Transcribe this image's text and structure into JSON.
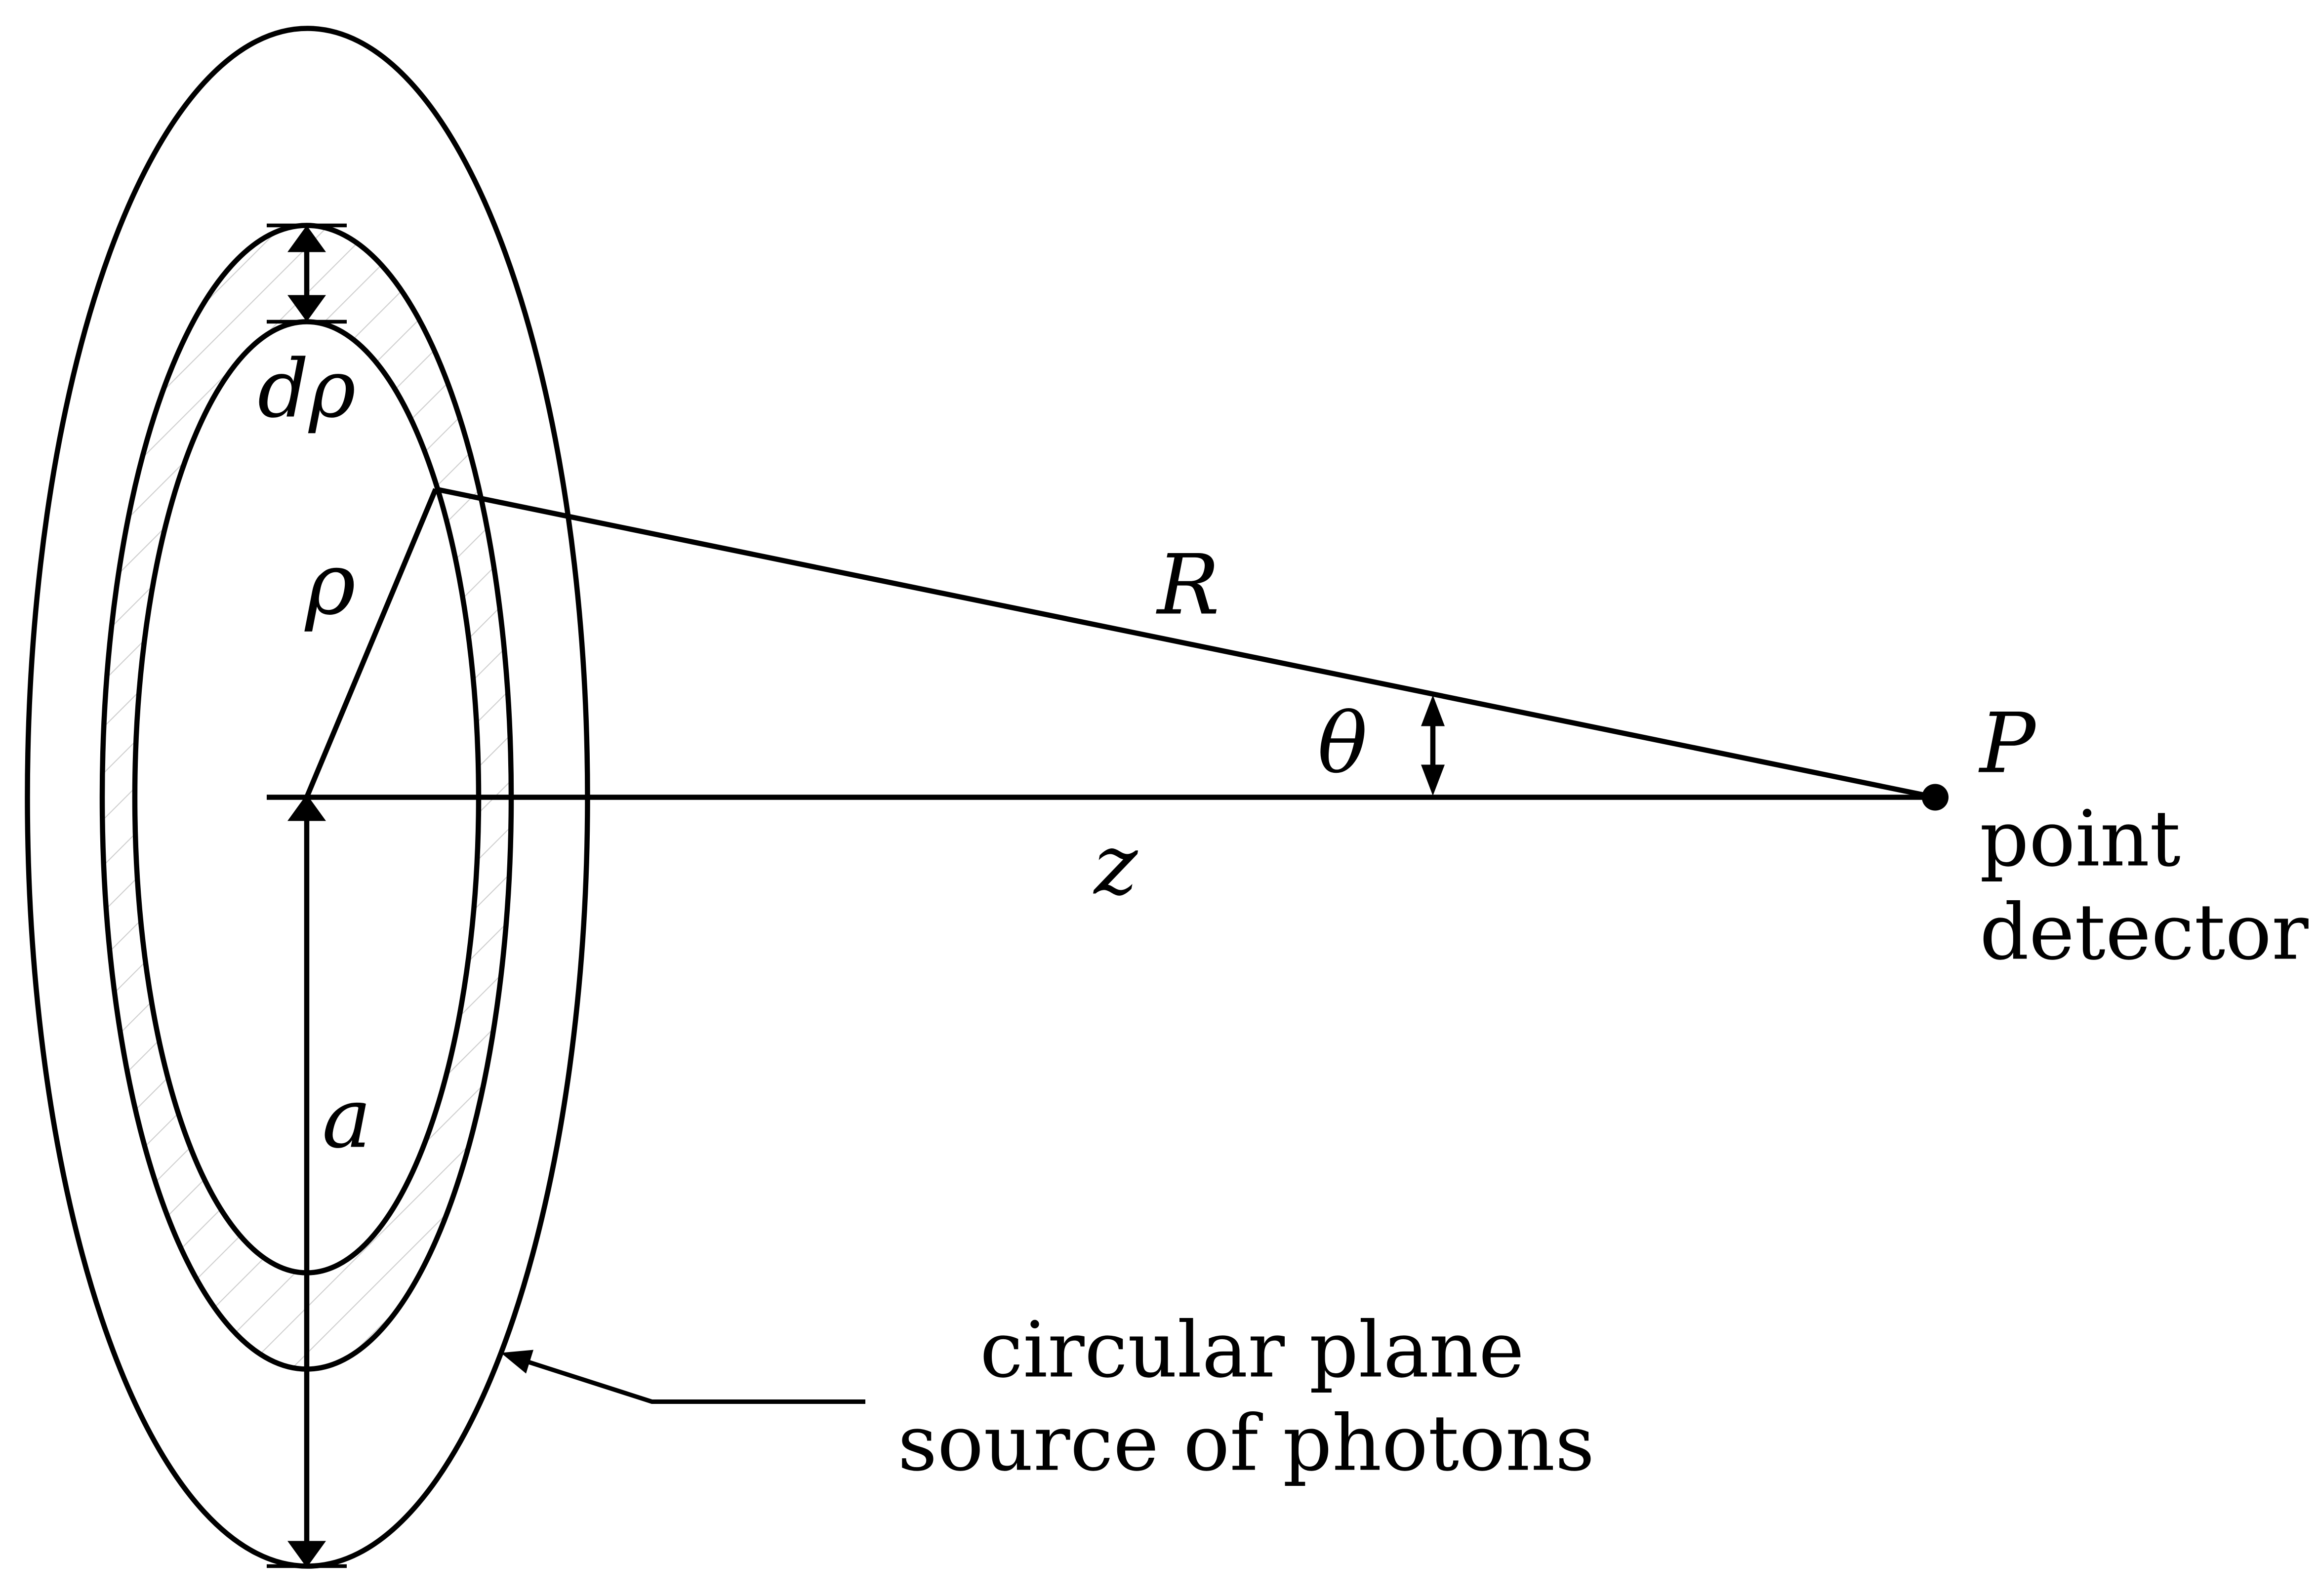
{
  "labels": {
    "d_rho": "dρ",
    "rho": "ρ",
    "R": "R",
    "theta": "θ",
    "z": "z",
    "a": "a",
    "P": "P"
  },
  "detector": {
    "line1": "point",
    "line2": "detector"
  },
  "source": {
    "line1": "circular plane",
    "line2": "source of photons"
  },
  "colors": {
    "stroke": "#000000",
    "hatch": "#cfcfcf",
    "background": "#ffffff"
  }
}
